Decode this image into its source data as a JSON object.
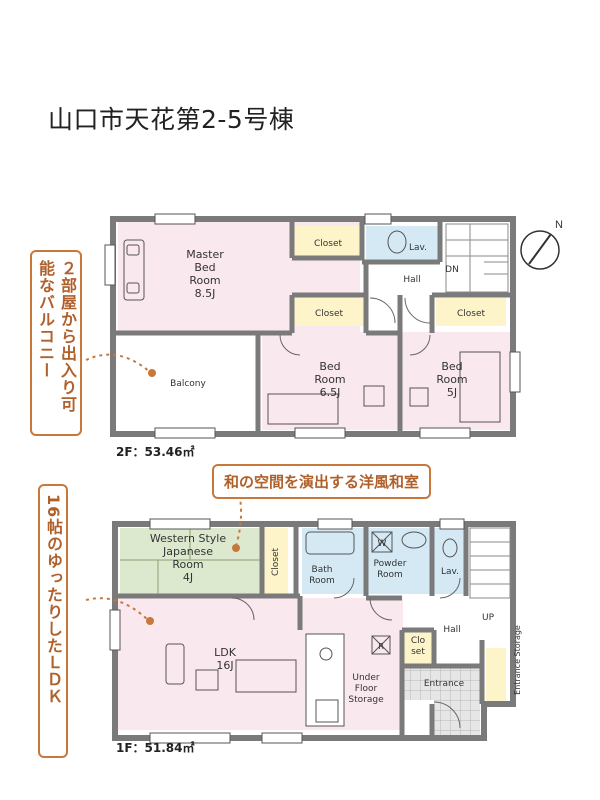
{
  "title": "山口市天花第2-5号棟",
  "callouts": {
    "second_floor": "２部屋から出入り可能なバルコニー",
    "western_japanese": "和の空間を演出する洋風和室",
    "ldk": "16帖のゆったりしたＬＤＫ"
  },
  "floors": {
    "second": {
      "area": "2F：53.46㎡",
      "rooms": {
        "master_bed": "Master Bed Room 8.5J",
        "closet1": "Closet",
        "closet2": "Closet",
        "closet3": "Closet",
        "lav": "Lav.",
        "dn": "DN",
        "hall": "Hall",
        "balcony": "Balcony",
        "bed1": "Bed Room 6.5J",
        "bed2": "Bed Room 5J"
      }
    },
    "first": {
      "area": "1F：51.84㎡",
      "rooms": {
        "western": "Western Style Japanese Room 4J",
        "closet": "Closet",
        "bath": "Bath Room",
        "powder": "Powder Room",
        "lav": "Lav.",
        "up": "UP",
        "hall": "Hall",
        "ldk": "LDK 16J",
        "closet_small": "Clo set",
        "entrance": "Entrance",
        "entrance_storage": "Entrance Storage",
        "underfloor": "Under Floor Storage",
        "w": "W",
        "r": "R"
      }
    }
  },
  "colors": {
    "wall": "#7a7a7a",
    "pink": "#fae8ef",
    "green": "#dde9cf",
    "blue": "#d5e9f5",
    "yellow": "#fdf4c9",
    "accent": "#c8783a"
  }
}
